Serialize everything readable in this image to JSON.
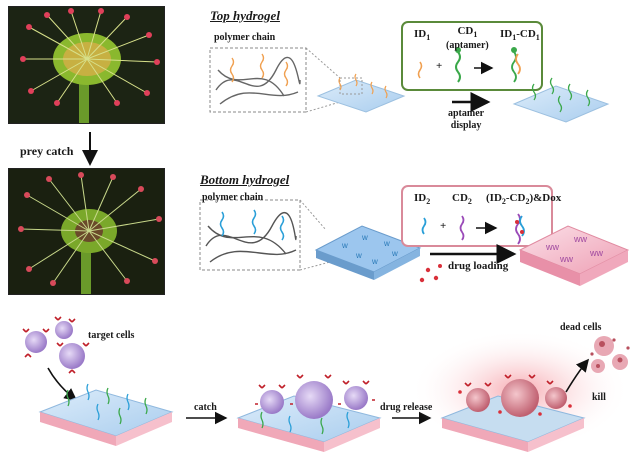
{
  "top": {
    "title": "Top hydrogel",
    "polymer_label": "polymer chain",
    "id_label": "ID",
    "id_sub": "1",
    "cd_label": "CD",
    "cd_sub": "1",
    "aptamer_label": "(aptamer)",
    "complex_label": "ID",
    "complex_sub1": "1",
    "complex_mid": "-CD",
    "complex_sub2": "1",
    "plus": "+",
    "step_label_line1": "aptamer",
    "step_label_line2": "display"
  },
  "bottom": {
    "title": "Bottom hydrogel",
    "polymer_label": "polymer chain",
    "id_label": "ID",
    "id_sub": "2",
    "cd_label": "CD",
    "cd_sub": "2",
    "complex_prefix": "(ID",
    "complex_sub1": "2",
    "complex_mid": "-CD",
    "complex_sub2": "2",
    "complex_suffix": ")&Dox",
    "plus": "+",
    "step_label": "drug loading"
  },
  "left": {
    "prey_catch_label": "prey catch"
  },
  "process": {
    "target_cells_label": "target cells",
    "catch_label": "catch",
    "drug_release_label": "drug release",
    "dead_cells_label": "dead cells",
    "kill_label": "kill"
  },
  "colors": {
    "top_box_border": "#5a8a3a",
    "bottom_box_border": "#d98a9a",
    "gel_blue": "#bcd9f2",
    "gel_pink": "#f2b8c6",
    "strand_orange": "#f0a050",
    "strand_green": "#3aa84a",
    "strand_blue": "#2a9fd8",
    "strand_purple": "#9a4ab8",
    "cell_purple": "#b89ad8",
    "receptor_red": "#c0202a"
  }
}
